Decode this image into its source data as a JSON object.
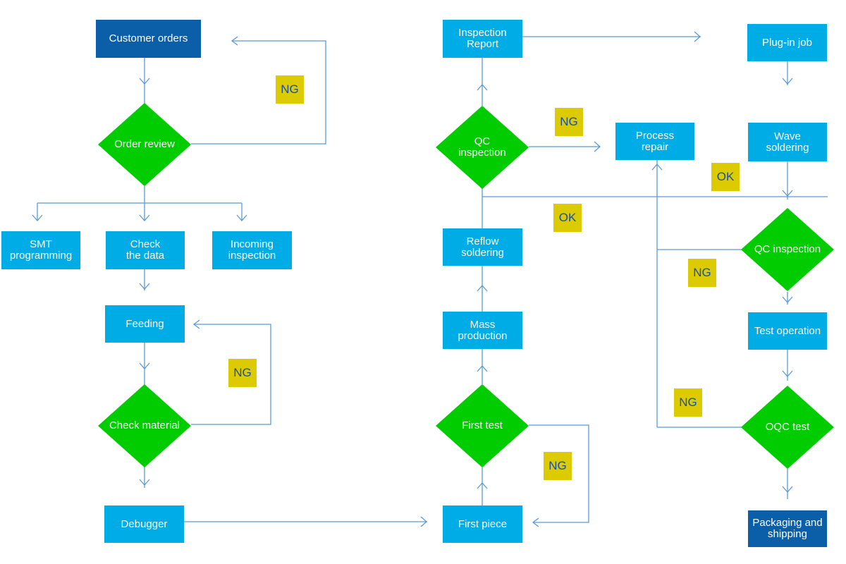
{
  "nodes": {
    "customer_orders": "Customer orders",
    "order_review": "Order review",
    "smt_programming": "SMT\nprogramming",
    "check_data": "Check\nthe data",
    "incoming_inspection": "Incoming\ninspection",
    "feeding": "Feeding",
    "check_material": "Check material",
    "debugger": "Debugger",
    "first_piece": "First piece",
    "first_test": "First test",
    "mass_production": "Mass\nproduction",
    "reflow_soldering": "Reflow\nsoldering",
    "qc_inspection_left": "QC\ninspection",
    "inspection_report": "Inspection\nReport",
    "plugin_job": "Plug-in job",
    "wave_soldering": "Wave\nsoldering",
    "process_repair": "Process\nrepair",
    "qc_inspection_right": "QC inspection",
    "test_operation": "Test operation",
    "oqc_test": "OQC test",
    "packaging_shipping": "Packaging and\nshipping"
  },
  "tags": {
    "ng_order": "NG",
    "ng_material": "NG",
    "ng_first_test": "NG",
    "ng_qc_left": "NG",
    "ok_reflow": "OK",
    "ok_wave": "OK",
    "ng_qc_right": "NG",
    "ng_oqc": "NG"
  },
  "colors": {
    "process": "#00ace6",
    "terminal": "#0b5ea8",
    "decision": "#00cc00",
    "tag_bg": "#dccb00",
    "tag_text": "#1a4ea8",
    "connector": "#5b9bd5"
  }
}
